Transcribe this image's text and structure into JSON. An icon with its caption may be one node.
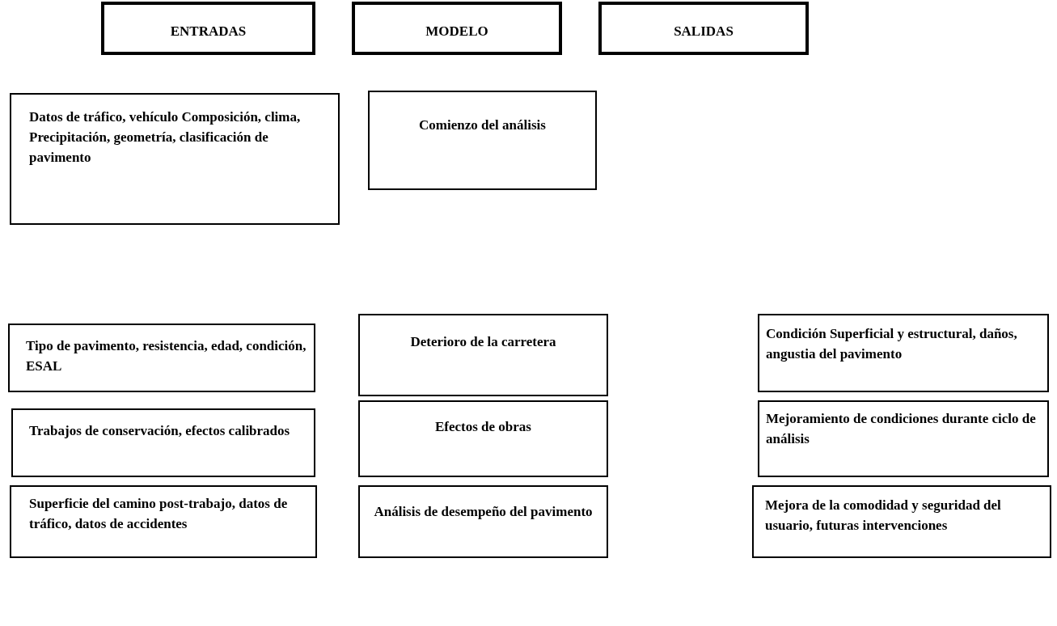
{
  "diagram": {
    "nodes": [
      {
        "text": [
          "ENTRADAS"
        ]
      },
      {
        "text": [
          "MODELO"
        ]
      },
      {
        "text": [
          "SALIDAS"
        ]
      },
      {
        "text": [
          "Datos de tráfico, vehículo Composición, clima, Precipitación, geometría, clasificación de pavimento"
        ]
      },
      {
        "text": [
          "Comienzo del análisis"
        ]
      },
      {
        "text": [
          "Tipo de pavimento, resistencia, edad, condición, ESAL"
        ]
      },
      {
        "text": [
          "Deterioro de la carretera"
        ]
      },
      {
        "text": [
          "Condición Superficial y estructural, daños, angustia del pavimento"
        ]
      },
      {
        "text": [
          "Trabajos de conservación, efectos calibrados"
        ]
      },
      {
        "text": [
          "Efectos de obras"
        ]
      },
      {
        "text": [
          "Mejoramiento de condiciones durante ciclo de análisis"
        ]
      },
      {
        "text": [
          "Superficie del camino post-trabajo, datos de tráfico, datos de accidentes"
        ]
      },
      {
        "text": [
          "Análisis de desempeño del pavimento"
        ]
      },
      {
        "text": [
          "Mejora de la comodidad y seguridad del usuario, futuras intervenciones"
        ]
      }
    ]
  }
}
